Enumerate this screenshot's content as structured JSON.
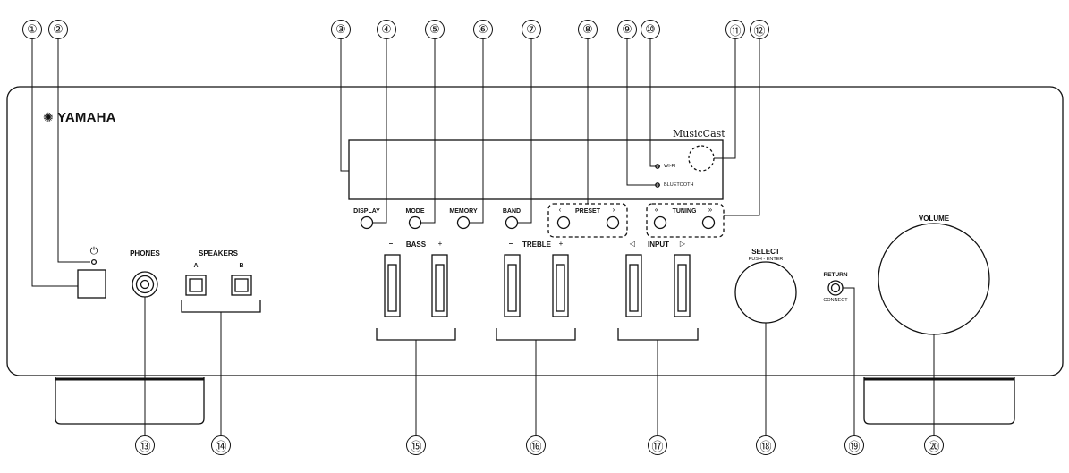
{
  "brand": "YAMAHA",
  "musiccast": "MusicCast",
  "labels": {
    "phones": "PHONES",
    "speakers": "SPEAKERS",
    "speaker_a": "A",
    "speaker_b": "B",
    "display": "DISPLAY",
    "mode": "MODE",
    "memory": "MEMORY",
    "band": "BAND",
    "preset": "PRESET",
    "tuning": "TUNING",
    "bass": "BASS",
    "treble": "TREBLE",
    "input": "INPUT",
    "select": "SELECT",
    "push_enter": "PUSH - ENTER",
    "return": "RETURN",
    "connect": "CONNECT",
    "volume": "VOLUME",
    "wifi": "WI-FI",
    "bluetooth": "BLUETOOTH",
    "minus": "–",
    "plus": "+",
    "preset_prev": "‹",
    "preset_next": "›",
    "tuning_prev": "«",
    "tuning_next": "»",
    "input_prev": "◁",
    "input_next": "▷",
    "power_symbol": "⏻"
  },
  "callouts": [
    "①",
    "②",
    "③",
    "④",
    "⑤",
    "⑥",
    "⑦",
    "⑧",
    "⑨",
    "⑩",
    "⑪",
    "⑫",
    "⑬",
    "⑭",
    "⑮",
    "⑯",
    "⑰",
    "⑱",
    "⑲",
    "⑳"
  ]
}
